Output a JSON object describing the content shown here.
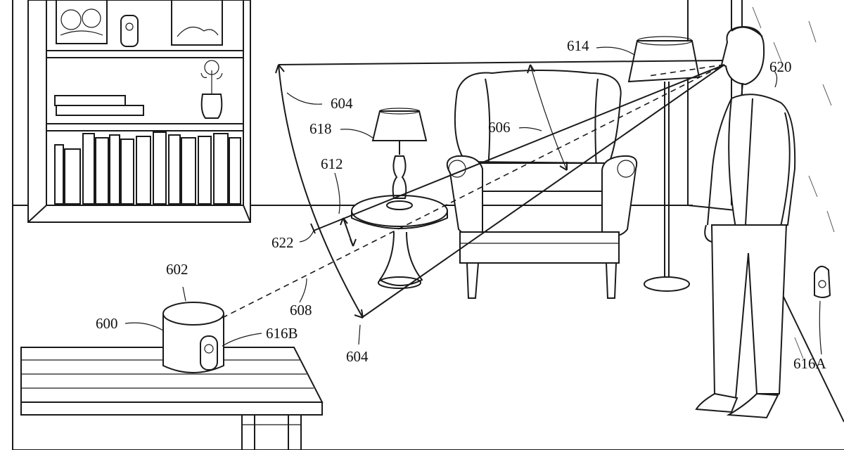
{
  "labels": {
    "l600": "600",
    "l602": "602",
    "l604_top": "604",
    "l604_bottom": "604",
    "l606": "606",
    "l608": "608",
    "l612": "612",
    "l614": "614",
    "l616A": "616A",
    "l616B": "616B",
    "l618": "618",
    "l620": "620",
    "l622": "622"
  }
}
